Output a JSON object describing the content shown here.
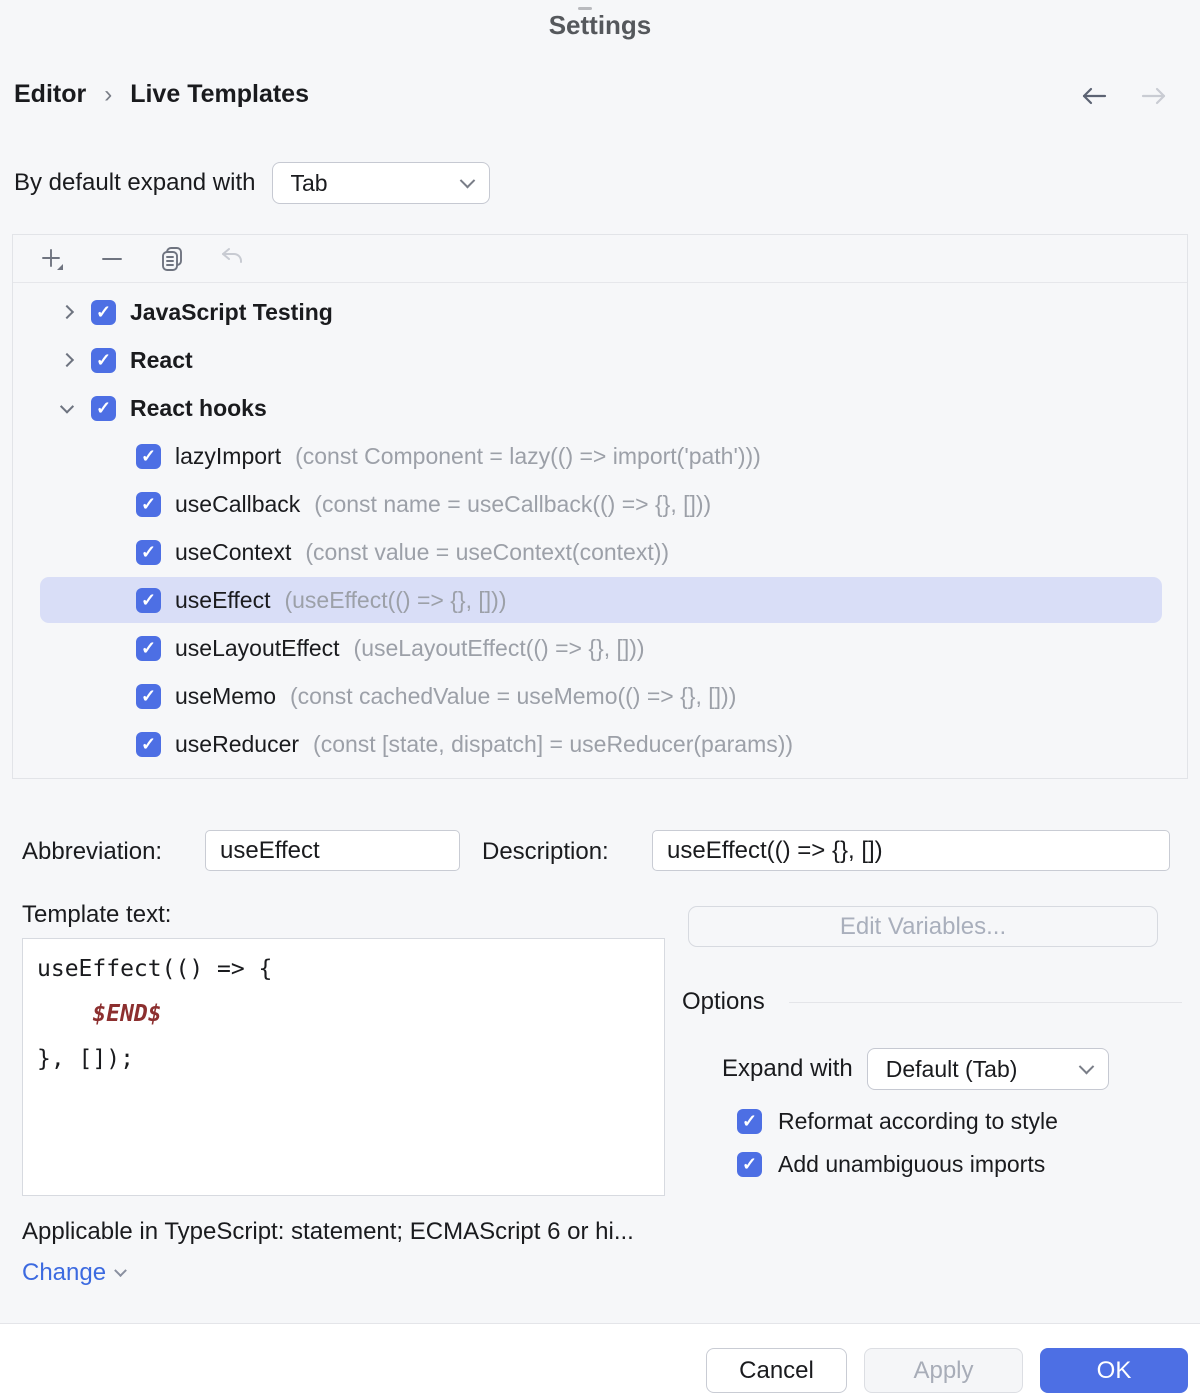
{
  "window": {
    "title": "Settings"
  },
  "breadcrumb": {
    "items": [
      "Editor",
      "Live Templates"
    ],
    "separator": "›"
  },
  "nav": {
    "back_icon": "back-arrow",
    "forward_icon": "forward-arrow"
  },
  "default_expand": {
    "label": "By default expand with",
    "value": "Tab"
  },
  "toolbar": {
    "icons": [
      {
        "name": "add-icon",
        "enabled": true
      },
      {
        "name": "remove-icon",
        "enabled": true
      },
      {
        "name": "duplicate-icon",
        "enabled": true
      },
      {
        "name": "undo-icon",
        "enabled": false
      }
    ]
  },
  "tree": {
    "rows": [
      {
        "type": "group",
        "label": "JavaScript Testing",
        "checked": true,
        "expanded": false
      },
      {
        "type": "group",
        "label": "React",
        "checked": true,
        "expanded": false
      },
      {
        "type": "group",
        "label": "React hooks",
        "checked": true,
        "expanded": true
      },
      {
        "type": "template",
        "name": "lazyImport",
        "desc": "(const Component = lazy(() => import('path')))",
        "checked": true,
        "selected": false
      },
      {
        "type": "template",
        "name": "useCallback",
        "desc": "(const name = useCallback(() => {}, []))",
        "checked": true,
        "selected": false
      },
      {
        "type": "template",
        "name": "useContext",
        "desc": "(const value = useContext(context))",
        "checked": true,
        "selected": false
      },
      {
        "type": "template",
        "name": "useEffect",
        "desc": "(useEffect(() => {}, []))",
        "checked": true,
        "selected": true
      },
      {
        "type": "template",
        "name": "useLayoutEffect",
        "desc": "(useLayoutEffect(() => {}, []))",
        "checked": true,
        "selected": false
      },
      {
        "type": "template",
        "name": "useMemo",
        "desc": "(const cachedValue = useMemo(() => {}, []))",
        "checked": true,
        "selected": false
      },
      {
        "type": "template",
        "name": "useReducer",
        "desc": "(const [state, dispatch] = useReducer(params))",
        "checked": true,
        "selected": false
      }
    ]
  },
  "fields": {
    "abbreviation": {
      "label": "Abbreviation:",
      "value": "useEffect"
    },
    "description": {
      "label": "Description:",
      "value": "useEffect(() => {}, [])"
    }
  },
  "template_text": {
    "label": "Template text:",
    "lines": [
      "useEffect(() => {",
      "    $END$",
      "}, []);"
    ],
    "variable_token": "$END$"
  },
  "edit_variables": {
    "label": "Edit Variables..."
  },
  "options": {
    "header": "Options",
    "expand_with": {
      "label": "Expand with",
      "value": "Default (Tab)"
    },
    "checkboxes": [
      {
        "label": "Reformat according to style",
        "checked": true
      },
      {
        "label": "Add unambiguous imports",
        "checked": true
      }
    ]
  },
  "context": {
    "applicable_text": "Applicable in TypeScript: statement; ECMAScript 6 or hi...",
    "change_label": "Change"
  },
  "footer": {
    "cancel_label": "Cancel",
    "apply_label": "Apply",
    "ok_label": "OK"
  },
  "colors": {
    "accent": "#4D6FE4",
    "selection_bg": "#D9DEF7",
    "variable_red": "#8C2F2F",
    "link_blue": "#3C6AE0",
    "page_bg": "#F6F7F9"
  }
}
